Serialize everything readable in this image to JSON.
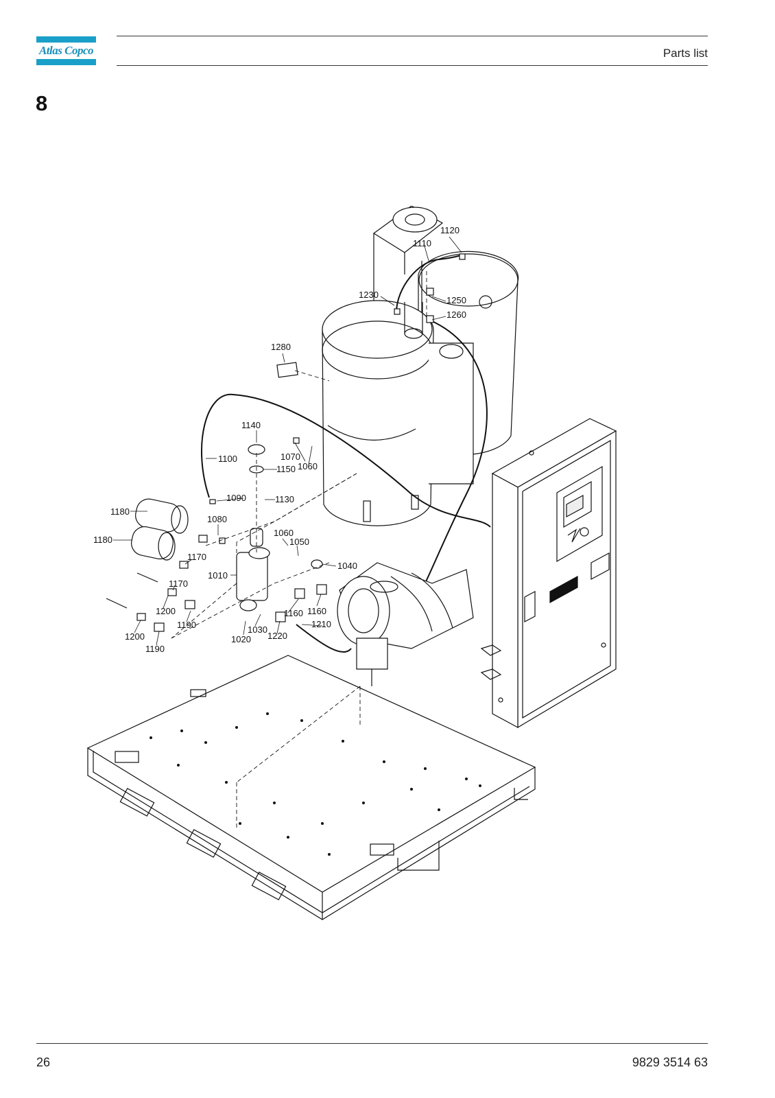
{
  "header": {
    "brand": "Atlas Copco",
    "section_title": "Parts list"
  },
  "section": {
    "number": "8"
  },
  "drawing": {
    "callouts": [
      "1010",
      "1020",
      "1030",
      "1040",
      "1050",
      "1060",
      "1060",
      "1070",
      "1080",
      "1090",
      "1100",
      "1110",
      "1120",
      "1130",
      "1140",
      "1150",
      "1160",
      "1160",
      "1170",
      "1170",
      "1180",
      "1180",
      "1190",
      "1190",
      "1200",
      "1200",
      "1210",
      "1220",
      "1230",
      "1250",
      "1260",
      "1280"
    ]
  },
  "footer": {
    "page_number": "26",
    "document_number": "9829 3514 63"
  }
}
